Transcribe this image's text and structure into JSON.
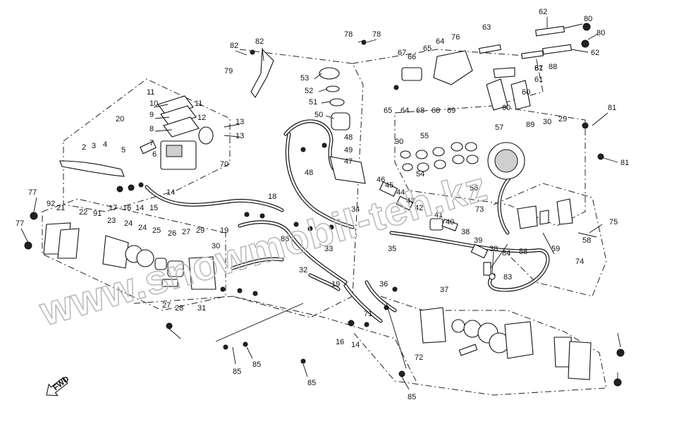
{
  "watermark": "www.snowmobil-teh.kz",
  "fwd_badge": "FWD",
  "callouts": [
    "77",
    "77",
    "2",
    "3",
    "4",
    "5",
    "6",
    "7",
    "8",
    "9",
    "10",
    "11",
    "11",
    "12",
    "13",
    "13",
    "17",
    "16",
    "14",
    "14",
    "15",
    "20",
    "70",
    "79",
    "82",
    "82",
    "53",
    "52",
    "51",
    "50",
    "78",
    "78",
    "48",
    "48",
    "49",
    "47",
    "46",
    "45",
    "44",
    "43",
    "42",
    "41",
    "40",
    "39",
    "38",
    "38",
    "84",
    "83",
    "73",
    "74",
    "75",
    "58",
    "58",
    "59",
    "60",
    "60",
    "61",
    "61",
    "62",
    "62",
    "63",
    "64",
    "64",
    "65",
    "65",
    "66",
    "67",
    "68",
    "68",
    "69",
    "76",
    "80",
    "80",
    "81",
    "81",
    "87",
    "88",
    "90",
    "55",
    "54",
    "56",
    "57",
    "89",
    "30",
    "29",
    "92",
    "21",
    "22",
    "91",
    "23",
    "24",
    "24",
    "25",
    "26",
    "27",
    "27",
    "28",
    "29",
    "30",
    "31",
    "86",
    "18",
    "19",
    "32",
    "33",
    "34",
    "35",
    "36",
    "37",
    "85",
    "85",
    "85",
    "85",
    "72",
    "71",
    "16",
    "14",
    "19"
  ]
}
